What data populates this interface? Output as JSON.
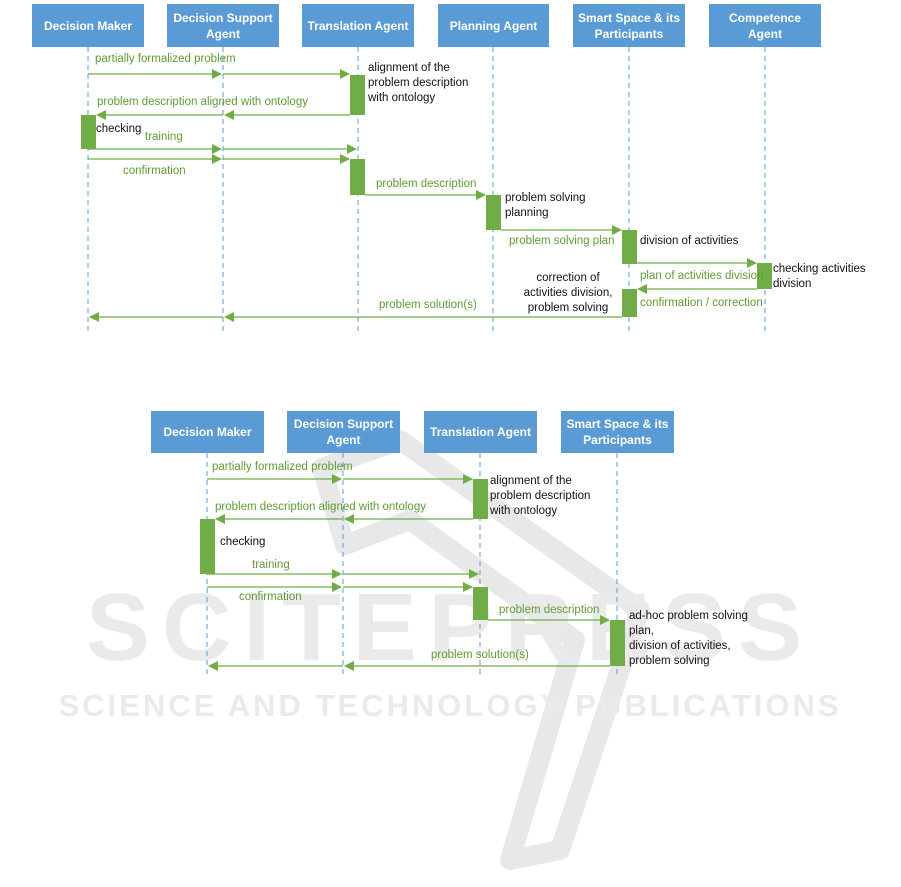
{
  "colors": {
    "actor_bg": "#5b9bd5",
    "actor_text": "#ffffff",
    "message": "#5e9c33",
    "activation": "#70ad47",
    "lifeline": "#5b9bd5",
    "watermark": "#e6e6e6"
  },
  "diagram1": {
    "actors": [
      "Decision Maker",
      "Decision Support\nAgent",
      "Translation Agent",
      "Planning Agent",
      "Smart Space & its\nParticipants",
      "Competence\nAgent"
    ],
    "messages": {
      "m1": "partially formalized problem",
      "m2": "problem description aligned with ontology",
      "m3": "training",
      "m4": "confirmation",
      "m5": "problem description",
      "m6": "problem solving plan",
      "m7": "plan of activities division",
      "m8": "confirmation / correction",
      "m9": "problem solution(s)"
    },
    "notes": {
      "n1": "alignment of the\nproblem description\nwith ontology",
      "n2": "checking",
      "n3": "problem solving\nplanning",
      "n4": "division of activities",
      "n5": "checking activities\ndivision",
      "n6": "correction of\nactivities division,\nproblem solving"
    }
  },
  "diagram2": {
    "actors": [
      "Decision Maker",
      "Decision Support\nAgent",
      "Translation Agent",
      "Smart Space & its\nParticipants"
    ],
    "messages": {
      "m1": "partially formalized problem",
      "m2": "problem description aligned with ontology",
      "m3": "training",
      "m4": "confirmation",
      "m5": "problem description",
      "m6": "problem solution(s)"
    },
    "notes": {
      "n1": "alignment of the\nproblem description\nwith ontology",
      "n2": "checking",
      "n3": "ad-hoc problem solving\nplan,\ndivision of activities,\nproblem solving"
    }
  },
  "watermark": {
    "brand": "SCITEPRESS",
    "tagline": "SCIENCE AND TECHNOLOGY PUBLICATIONS"
  }
}
